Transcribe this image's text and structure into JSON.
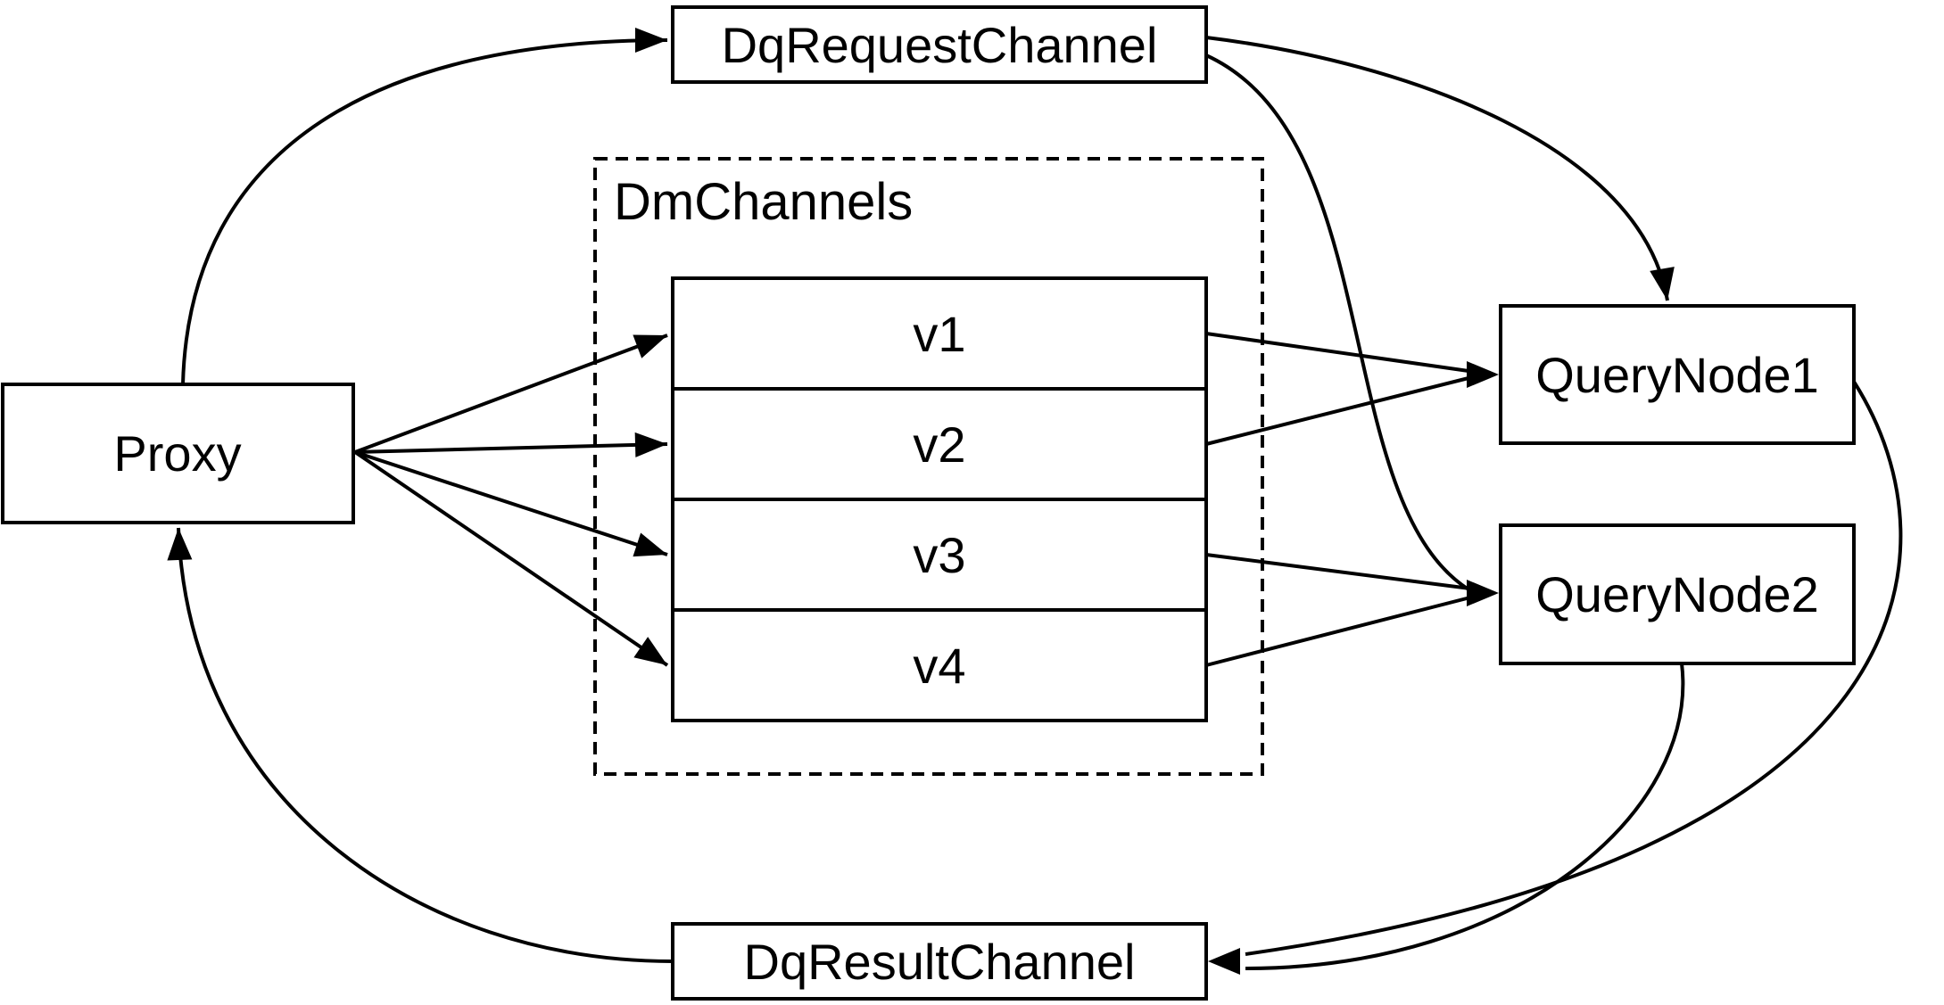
{
  "diagram": {
    "colors": {
      "background": "#ffffff",
      "stroke": "#000000",
      "node_fill": "#ffffff",
      "text": "#000000"
    },
    "nodes": {
      "proxy": {
        "label": "Proxy"
      },
      "dq_request_channel": {
        "label": "DqRequestChannel"
      },
      "dm_channels_group": {
        "label": "DmChannels"
      },
      "channels": [
        {
          "label": "v1"
        },
        {
          "label": "v2"
        },
        {
          "label": "v3"
        },
        {
          "label": "v4"
        }
      ],
      "query_node_1": {
        "label": "QueryNode1"
      },
      "query_node_2": {
        "label": "QueryNode2"
      },
      "dq_result_channel": {
        "label": "DqResultChannel"
      }
    },
    "edges": [
      {
        "from": "Proxy",
        "to": "DqRequestChannel"
      },
      {
        "from": "DqRequestChannel",
        "to": "QueryNode1"
      },
      {
        "from": "DqRequestChannel",
        "to": "QueryNode2"
      },
      {
        "from": "Proxy",
        "to": "v1"
      },
      {
        "from": "Proxy",
        "to": "v2"
      },
      {
        "from": "Proxy",
        "to": "v3"
      },
      {
        "from": "Proxy",
        "to": "v4"
      },
      {
        "from": "v1",
        "to": "QueryNode1"
      },
      {
        "from": "v2",
        "to": "QueryNode1"
      },
      {
        "from": "v3",
        "to": "QueryNode2"
      },
      {
        "from": "v4",
        "to": "QueryNode2"
      },
      {
        "from": "QueryNode1",
        "to": "DqResultChannel"
      },
      {
        "from": "QueryNode2",
        "to": "DqResultChannel"
      },
      {
        "from": "DqResultChannel",
        "to": "Proxy"
      }
    ]
  }
}
